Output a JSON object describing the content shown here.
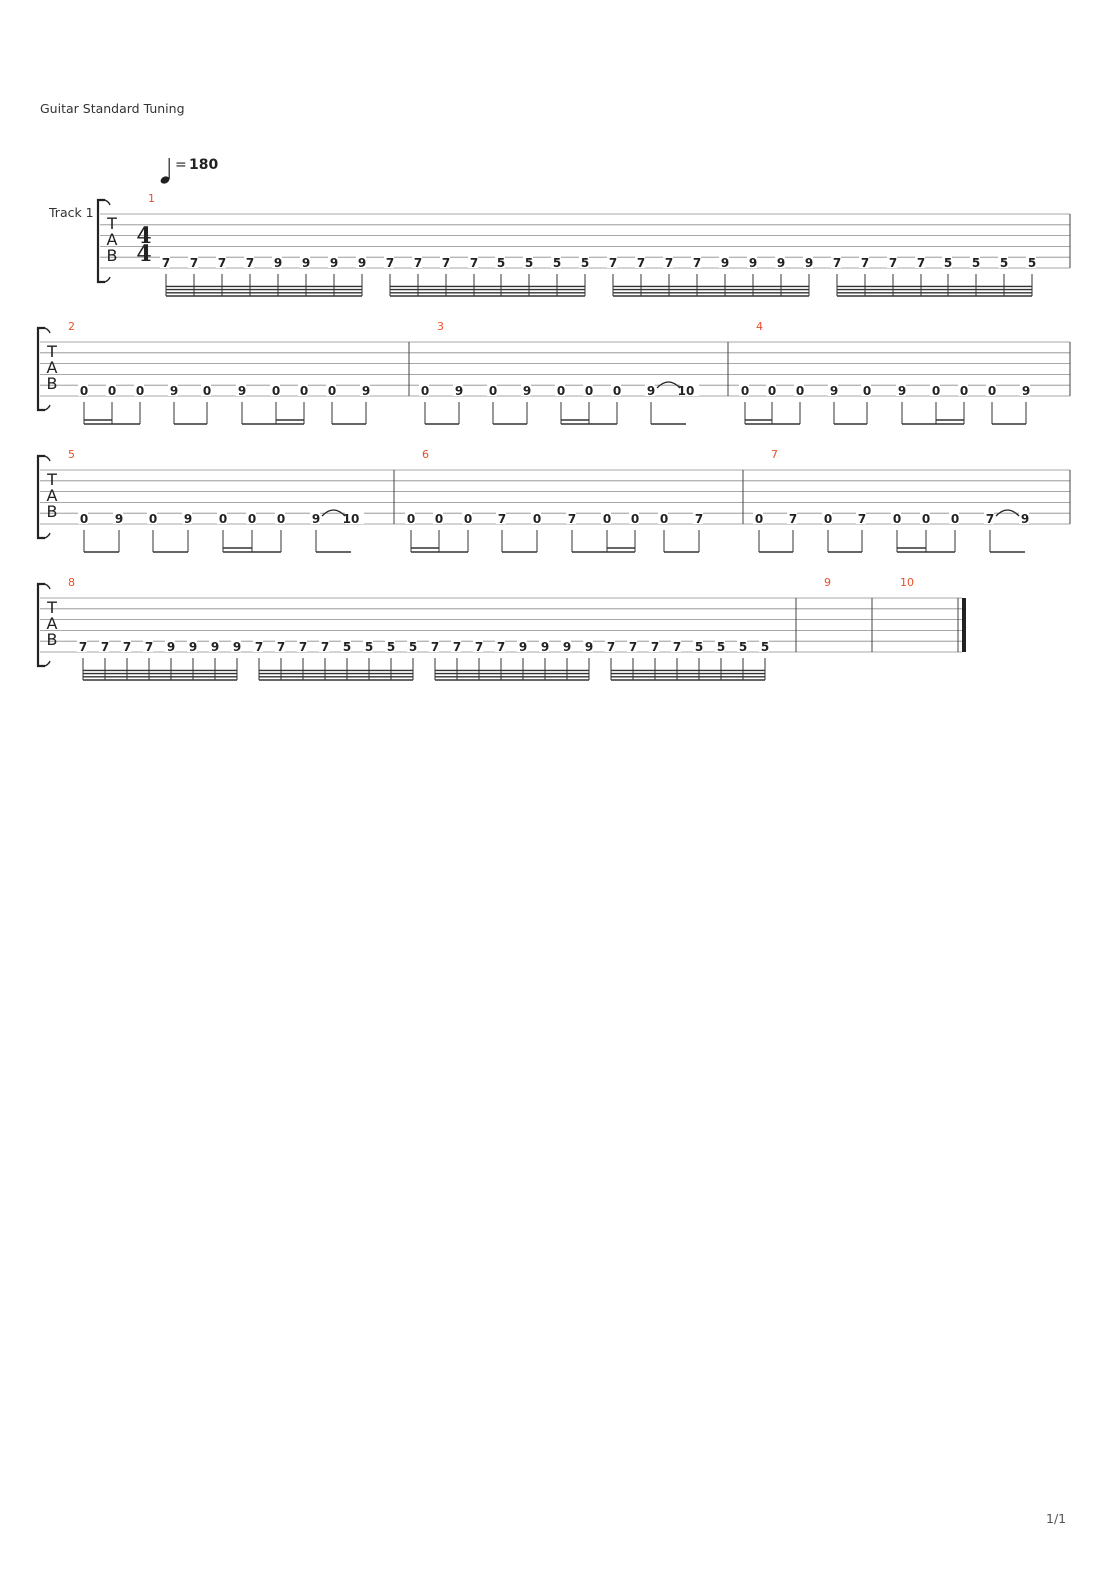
{
  "tuning_label": "Guitar Standard Tuning",
  "track_name": "Track 1",
  "tempo": "180",
  "tempo_prefix": "=",
  "time_signature": {
    "top": "4",
    "bottom": "4"
  },
  "tab_letters": [
    "T",
    "A",
    "B"
  ],
  "page_number": "1/1",
  "systems": [
    {
      "measures": [
        {
          "number": "1",
          "groups": [
            {
              "beam": 4,
              "notes": [
                "7",
                "7",
                "7",
                "7",
                "9",
                "9",
                "9",
                "9"
              ]
            },
            {
              "beam": 4,
              "notes": [
                "7",
                "7",
                "7",
                "7",
                "5",
                "5",
                "5",
                "5"
              ]
            },
            {
              "beam": 4,
              "notes": [
                "7",
                "7",
                "7",
                "7",
                "9",
                "9",
                "9",
                "9"
              ]
            },
            {
              "beam": 4,
              "notes": [
                "7",
                "7",
                "7",
                "7",
                "5",
                "5",
                "5",
                "5"
              ]
            }
          ]
        }
      ]
    },
    {
      "measures": [
        {
          "number": "2",
          "notes": [
            "0",
            "0",
            "0",
            "9",
            "0",
            "9",
            "0",
            "0",
            "0",
            "9"
          ]
        },
        {
          "number": "3",
          "notes": [
            "0",
            "9",
            "0",
            "9",
            "0",
            "0",
            "0",
            "9",
            "10"
          ],
          "tie": [
            7,
            8
          ]
        },
        {
          "number": "4",
          "notes": [
            "0",
            "0",
            "0",
            "9",
            "0",
            "9",
            "0",
            "0",
            "0",
            "9"
          ]
        }
      ]
    },
    {
      "measures": [
        {
          "number": "5",
          "notes": [
            "0",
            "9",
            "0",
            "9",
            "0",
            "0",
            "0",
            "9",
            "10"
          ],
          "tie": [
            7,
            8
          ]
        },
        {
          "number": "6",
          "notes": [
            "0",
            "0",
            "0",
            "7",
            "0",
            "7",
            "0",
            "0",
            "0",
            "7"
          ]
        },
        {
          "number": "7",
          "notes": [
            "0",
            "7",
            "0",
            "7",
            "0",
            "0",
            "0",
            "7",
            "9"
          ],
          "tie": [
            7,
            8
          ]
        }
      ]
    },
    {
      "measures": [
        {
          "number": "8",
          "groups": [
            {
              "beam": 4,
              "notes": [
                "7",
                "7",
                "7",
                "7",
                "9",
                "9",
                "9",
                "9"
              ]
            },
            {
              "beam": 4,
              "notes": [
                "7",
                "7",
                "7",
                "7",
                "5",
                "5",
                "5",
                "5"
              ]
            },
            {
              "beam": 4,
              "notes": [
                "7",
                "7",
                "7",
                "7",
                "9",
                "9",
                "9",
                "9"
              ]
            },
            {
              "beam": 4,
              "notes": [
                "7",
                "7",
                "7",
                "7",
                "5",
                "5",
                "5",
                "5"
              ]
            }
          ]
        },
        {
          "number": "9",
          "notes": []
        },
        {
          "number": "10",
          "notes": [],
          "final": true
        }
      ]
    }
  ]
}
